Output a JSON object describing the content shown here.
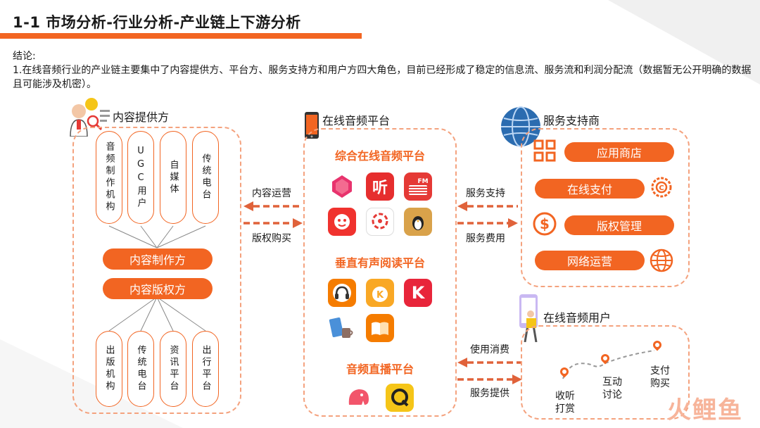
{
  "title": "1-1 市场分析-行业分析-产业链上下游分析",
  "conclusion": {
    "label": "结论:",
    "text": "1.在线音频行业的产业链主要集中了内容提供方、平台方、服务支持方和用户方四大角色，目前已经形成了稳定的信息流、服务流和利润分配流（数据暂无公开明确的数据且可能涉及机密）。"
  },
  "content_provider": {
    "title": "内容提供方",
    "top_items": [
      "音频制作机构",
      "UGC用户",
      "自媒体",
      "传统电台"
    ],
    "roles": [
      "内容制作方",
      "内容版权方"
    ],
    "bottom_items": [
      "出版机构",
      "传统电台",
      "资讯平台",
      "出行平台"
    ]
  },
  "platform": {
    "title": "在线音频平台",
    "sections": [
      "综合在线音频平台",
      "垂直有声阅读平台",
      "音频直播平台"
    ],
    "app_icons": [
      "gem-app-icon",
      "ting-app-icon",
      "fm-radio-app-icon",
      "lion-app-icon",
      "phoenix-app-icon",
      "penguin-app-icon",
      "headphone-app-icon",
      "k-crown-app-icon",
      "k-app-icon",
      "book-coffee-app-icon",
      "open-book-app-icon",
      "elephant-app-icon",
      "q-app-icon"
    ],
    "icon_glyphs": {
      "ting": "听",
      "fm": "FM",
      "k": "K"
    }
  },
  "flows": {
    "left_top": "内容运营",
    "left_bottom": "版权购买",
    "right_top": "服务支持",
    "right_bottom": "服务费用",
    "user_top": "使用消费",
    "user_bottom": "服务提供"
  },
  "service": {
    "title": "服务支持商",
    "items": [
      "应用商店",
      "在线支付",
      "版权管理",
      "网络运营"
    ]
  },
  "users": {
    "title": "在线音频用户",
    "steps": [
      "收听打赏",
      "互动讨论",
      "支付购买"
    ]
  },
  "watermark": "火鲤鱼",
  "colors": {
    "accent": "#f26522",
    "dashed": "#f4a27e",
    "globe": "#2b6cb0"
  }
}
